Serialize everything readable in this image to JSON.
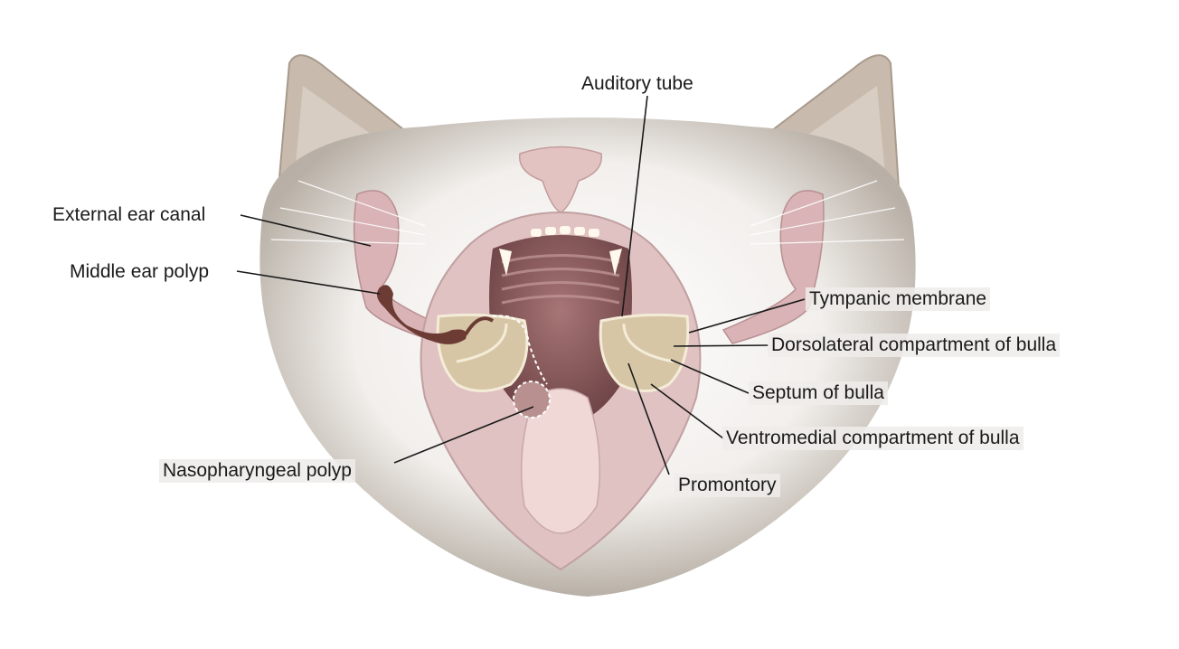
{
  "labels": {
    "auditory_tube": "Auditory tube",
    "external_ear_canal": "External ear canal",
    "middle_ear_polyp": "Middle ear polyp",
    "tympanic_membrane": "Tympanic membrane",
    "dorsolateral_compartment": "Dorsolateral compartment of bulla",
    "septum_of_bulla": "Septum of bulla",
    "ventromedial_compartment": "Ventromedial compartment of bulla",
    "promontory": "Promontory",
    "nasopharyngeal_polyp": "Nasopharyngeal polyp"
  },
  "colors": {
    "fur": "#f4f1ee",
    "fur_shadow": "#b9b2aa",
    "ear": "#cbbfb2",
    "pink": "#d8b4b4",
    "mouth": "#9b6b6c",
    "bulla": "#d7c7a8",
    "polyp": "#6b3b34"
  }
}
